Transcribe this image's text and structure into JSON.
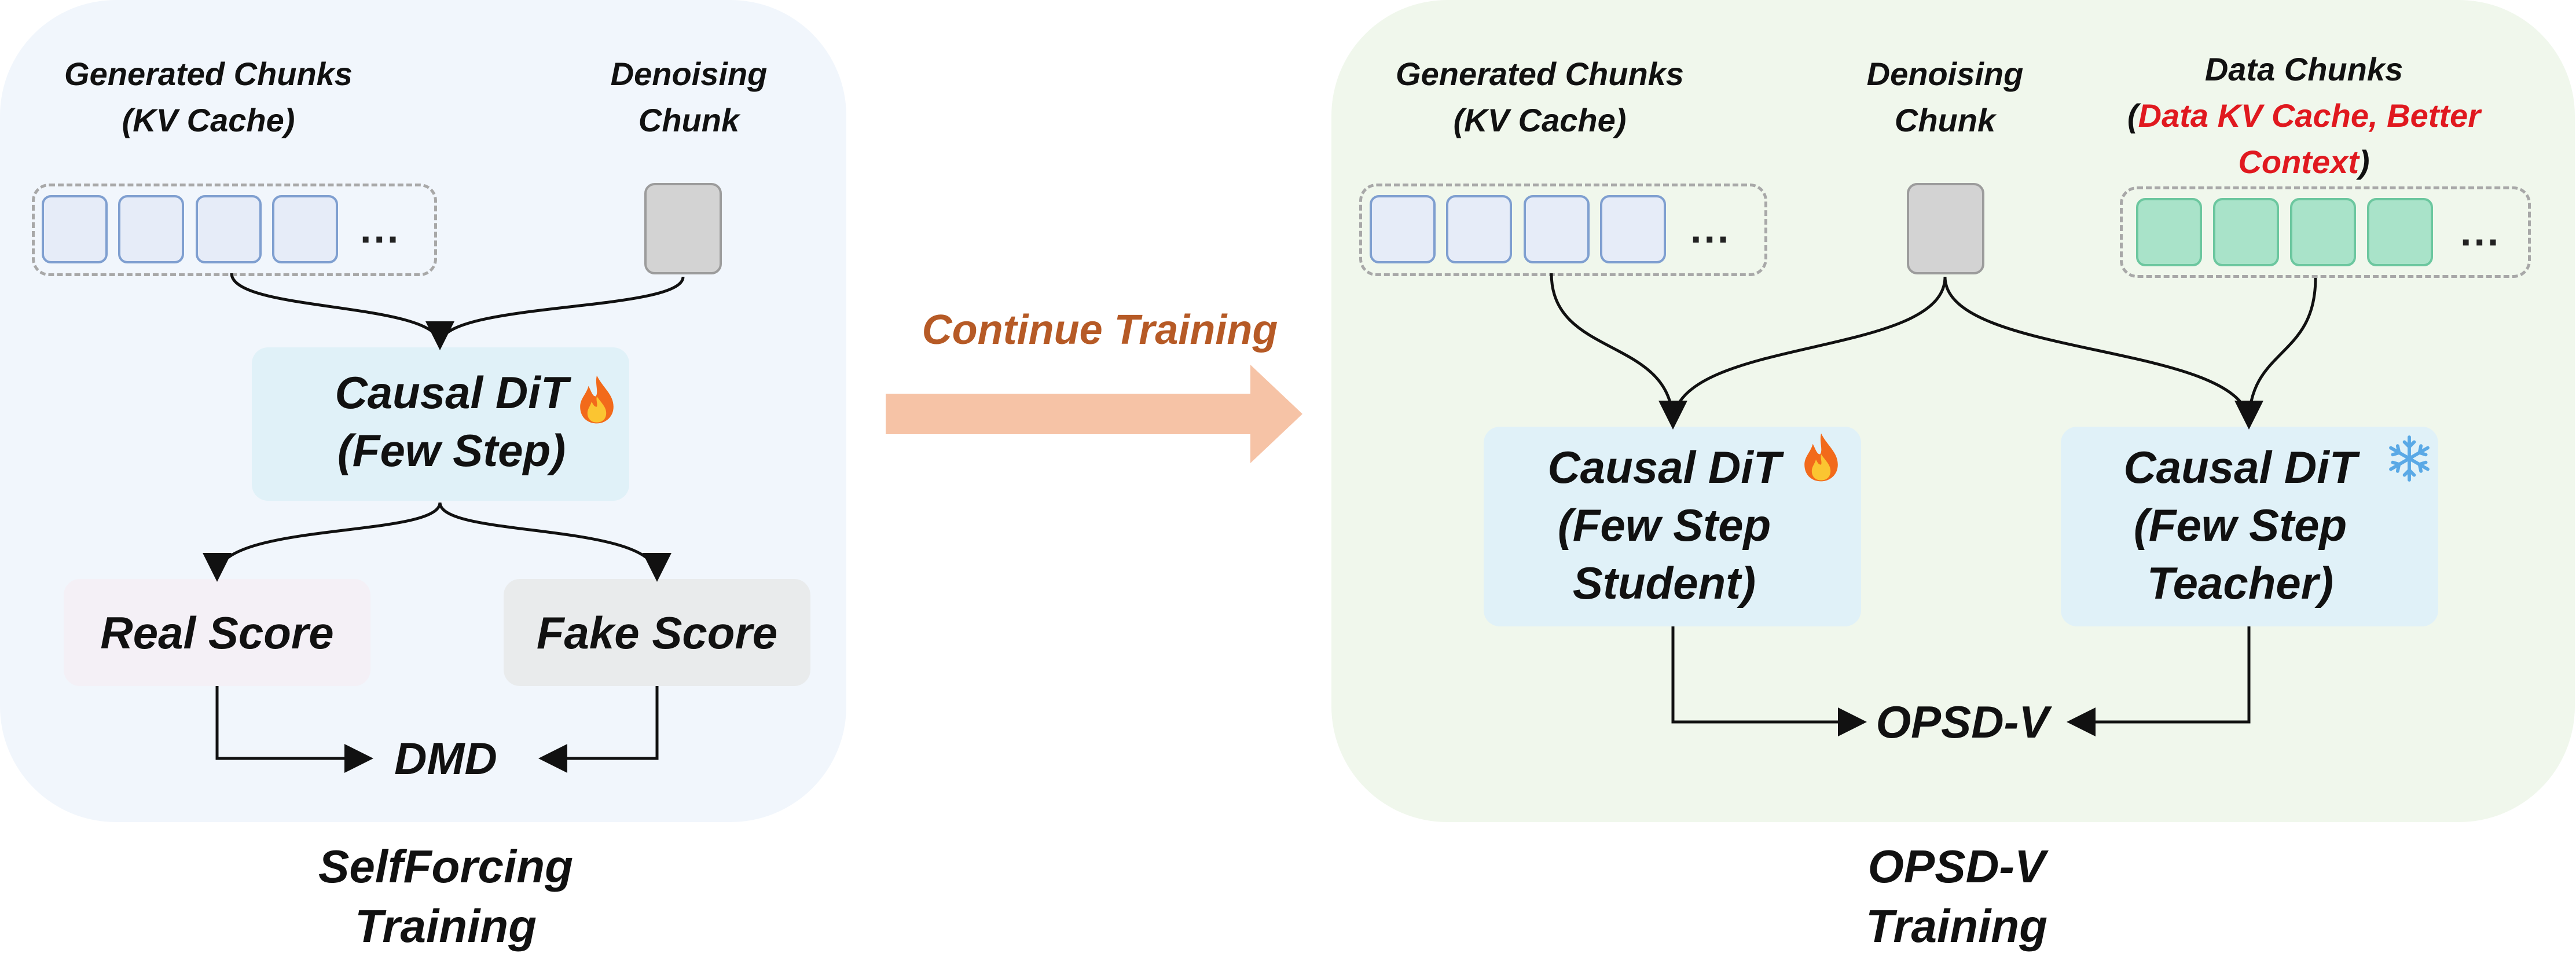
{
  "left_panel": {
    "generated_chunks": [
      "Generated Chunks",
      "(KV Cache)"
    ],
    "denoising_chunk": [
      "Denoising",
      "Chunk"
    ],
    "ellipsis": "...",
    "causal_dit": [
      "Causal DiT",
      "(Few Step)"
    ],
    "real_score": "Real Score",
    "fake_score": "Fake Score",
    "loss": "DMD",
    "caption": [
      "SelfForcing",
      "Training"
    ]
  },
  "transition": {
    "label": "Continue Training"
  },
  "right_panel": {
    "generated_chunks": [
      "Generated Chunks",
      "(KV Cache)"
    ],
    "denoising_chunk": [
      "Denoising",
      "Chunk"
    ],
    "data_chunks": {
      "title": "Data Chunks",
      "open_paren": "(",
      "highlight_line1": "Data KV Cache, Better",
      "highlight_line2": "Context",
      "close_paren": ")"
    },
    "ellipsis": "...",
    "student": [
      "Causal DiT",
      "(Few Step",
      "Student)"
    ],
    "teacher": [
      "Causal DiT",
      "(Few Step",
      "Teacher)"
    ],
    "loss": "OPSD-V",
    "caption": [
      "OPSD-V",
      "Training"
    ]
  },
  "colors": {
    "left_panel_bg": "#f1f6fc",
    "right_panel_bg": "#f0f7ec",
    "dit_box_bg": "#e0f1f8",
    "real_score_bg": "#f4f0f6",
    "fake_score_bg": "#e9ebec",
    "arrow_fill": "#f6c3a6",
    "transition_text": "#b65a26",
    "highlight_text": "#e0191f",
    "generated_chunk_fill": "#e6ecf8",
    "data_chunk_fill": "#a9e3c9",
    "noise_chunk_fill": "#d3d3d3"
  },
  "icons": {
    "trainable": "fire-icon",
    "frozen": "snowflake-icon"
  }
}
